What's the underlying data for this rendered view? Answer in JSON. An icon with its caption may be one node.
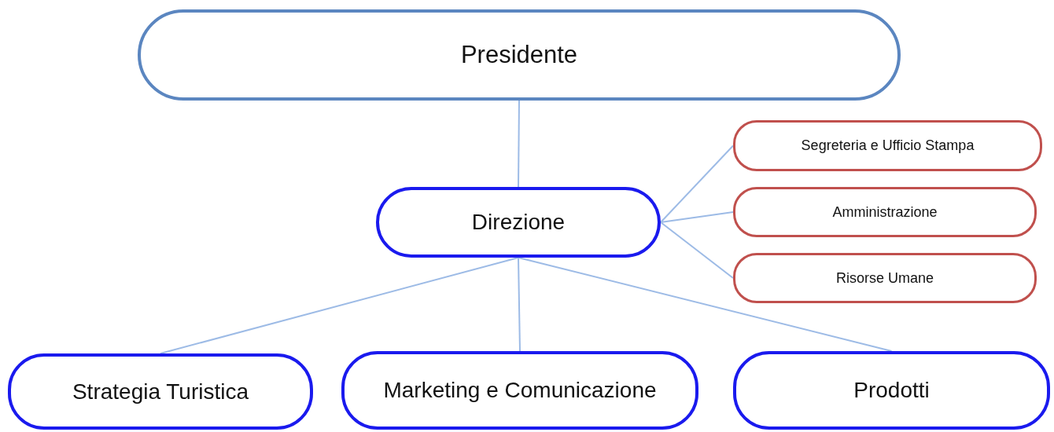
{
  "diagram": {
    "nodes": [
      {
        "text": [
          "Presidente"
        ]
      },
      {
        "text": [
          "Direzione"
        ]
      },
      {
        "text": [
          "Segreteria e Ufficio Stampa"
        ]
      },
      {
        "text": [
          "Amministrazione"
        ]
      },
      {
        "text": [
          "Risorse Umane"
        ]
      },
      {
        "text": [
          "Strategia Turistica"
        ]
      },
      {
        "text": [
          "Marketing e Comunicazione"
        ]
      },
      {
        "text": [
          "Prodotti"
        ]
      }
    ],
    "edges": [
      {
        "from": 0,
        "to": 1,
        "arrow": "none"
      },
      {
        "from": 1,
        "to": 2,
        "arrow": "none"
      },
      {
        "from": 1,
        "to": 3,
        "arrow": "none"
      },
      {
        "from": 1,
        "to": 4,
        "arrow": "none"
      },
      {
        "from": 1,
        "to": 5,
        "arrow": "none"
      },
      {
        "from": 1,
        "to": 6,
        "arrow": "none"
      },
      {
        "from": 1,
        "to": 7,
        "arrow": "none"
      }
    ]
  }
}
